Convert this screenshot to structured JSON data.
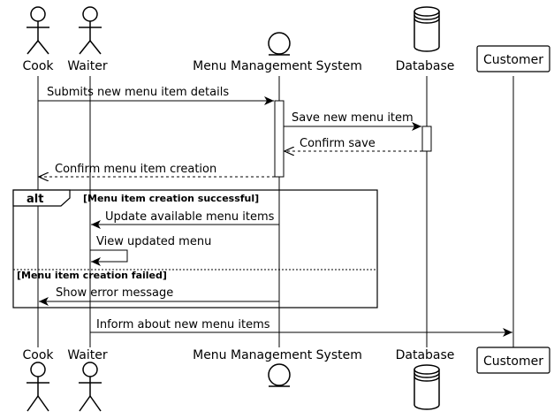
{
  "participants": {
    "cook": {
      "label": "Cook",
      "kind": "actor"
    },
    "waiter": {
      "label": "Waiter",
      "kind": "actor"
    },
    "mms": {
      "label": "Menu Management System",
      "kind": "entity"
    },
    "db": {
      "label": "Database",
      "kind": "database"
    },
    "customer": {
      "label": "Customer",
      "kind": "participant"
    }
  },
  "messages": {
    "m1": "Submits new menu item details",
    "m2": "Save new menu item",
    "m3": "Confirm save",
    "m4": "Confirm menu item creation",
    "m5": "Update available menu items",
    "m6": "View updated menu",
    "m7": "Show error message",
    "m8": "Inform about new menu items"
  },
  "fragment": {
    "keyword": "alt",
    "guard1": "[Menu item creation successful]",
    "guard2": "[Menu item creation failed]"
  }
}
